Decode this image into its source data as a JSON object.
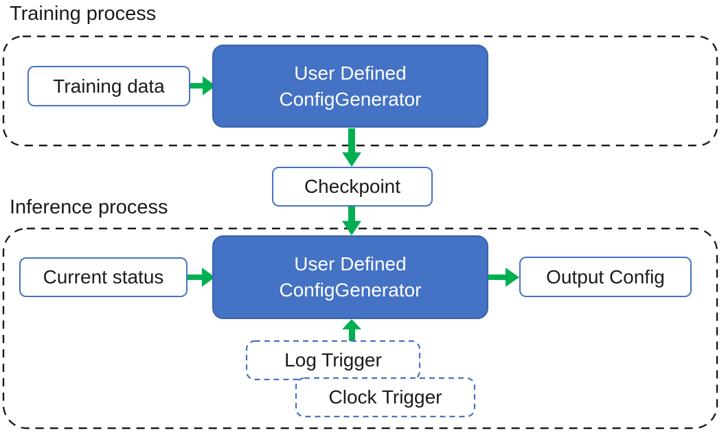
{
  "diagram": {
    "training": {
      "label": "Training process",
      "training_data": "Training data",
      "generator": {
        "line1": "User Defined",
        "line2": "ConfigGenerator"
      }
    },
    "checkpoint": {
      "label": "Checkpoint"
    },
    "inference": {
      "label": "Inference process",
      "current_status": "Current status",
      "generator": {
        "line1": "User Defined",
        "line2": "ConfigGenerator"
      },
      "output_config": "Output Config",
      "log_trigger": "Log Trigger",
      "clock_trigger": "Clock Trigger"
    }
  },
  "theme": {
    "blue_fill": "#4472C4",
    "blue_border": "#3A62A8",
    "box_blue": "#4472C4",
    "arrow_green": "#00B050",
    "container_dash": "#1a1a1a",
    "text_dark": "#1a1a1a",
    "text_light": "#ffffff"
  }
}
